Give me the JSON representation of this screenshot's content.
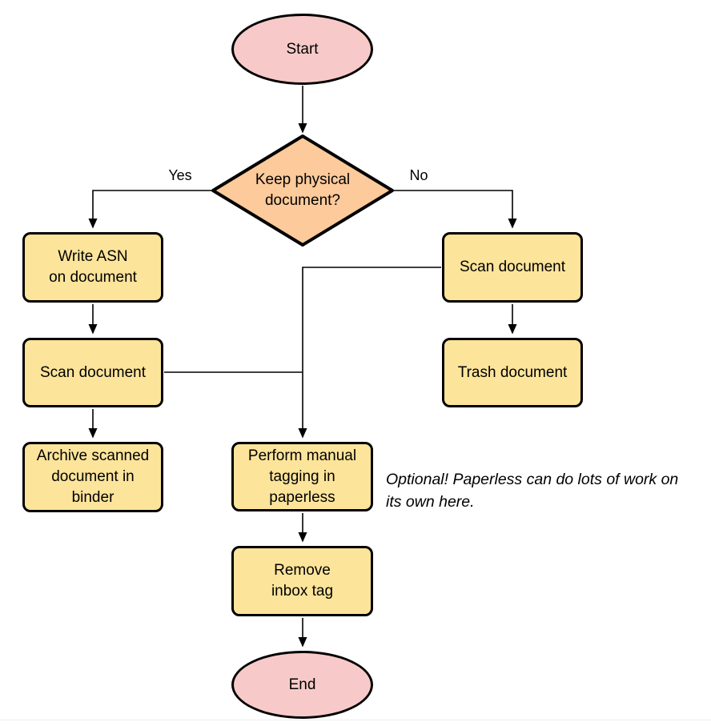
{
  "diagram": {
    "title_hint": "Paperless document intake flowchart",
    "colors": {
      "terminator_fill": "#F7CAC9",
      "decision_fill": "#FCCA9B",
      "process_fill": "#FCE49B",
      "stroke": "#000000",
      "background": "#FFFFFF"
    },
    "nodes": {
      "start": {
        "type": "terminator",
        "label": "Start"
      },
      "decision": {
        "type": "decision",
        "label": "Keep physical\ndocument?"
      },
      "write_asn": {
        "type": "process",
        "label": "Write ASN\non document"
      },
      "scan_left": {
        "type": "process",
        "label": "Scan document"
      },
      "archive": {
        "type": "process",
        "label": "Archive scanned\ndocument in\nbinder"
      },
      "scan_right": {
        "type": "process",
        "label": "Scan document"
      },
      "trash": {
        "type": "process",
        "label": "Trash document"
      },
      "tagging": {
        "type": "process",
        "label": "Perform manual\ntagging in\npaperless"
      },
      "remove_inbox": {
        "type": "process",
        "label": "Remove\ninbox tag"
      },
      "end": {
        "type": "terminator",
        "label": "End"
      }
    },
    "edge_labels": {
      "yes": "Yes",
      "no": "No"
    },
    "annotation": "Optional! Paperless can do lots of work on\nits own here."
  }
}
